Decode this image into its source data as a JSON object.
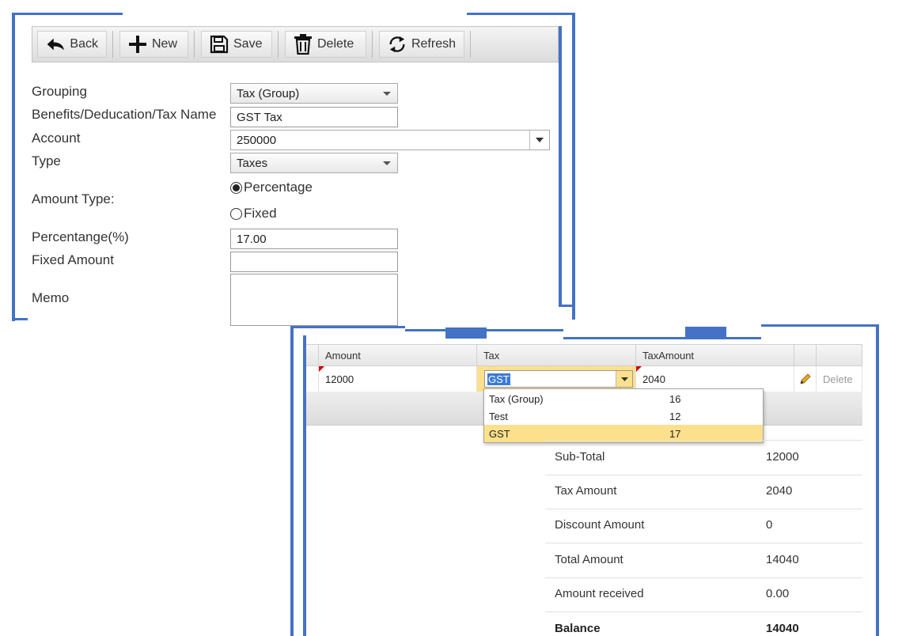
{
  "toolbar": {
    "back_label": "Back",
    "new_label": "New",
    "save_label": "Save",
    "delete_label": "Delete",
    "refresh_label": "Refresh"
  },
  "form": {
    "grouping_label": "Grouping",
    "grouping_value": "Tax (Group)",
    "name_label": "Benefits/Deducation/Tax Name",
    "name_value": "GST Tax",
    "account_label": "Account",
    "account_value": "250000",
    "type_label": "Type",
    "type_value": "Taxes",
    "amount_type_label": "Amount Type:",
    "amount_type_options": [
      "Percentage",
      "Fixed"
    ],
    "amount_type_selected": "Percentage",
    "percentage_label": "Percentange(%)",
    "percentage_value": "17.00",
    "fixed_amount_label": "Fixed Amount",
    "fixed_amount_value": "",
    "memo_label": "Memo",
    "memo_value": ""
  },
  "grid": {
    "columns": [
      "Amount",
      "Tax",
      "TaxAmount"
    ],
    "row": {
      "amount": "12000",
      "tax": "GST",
      "tax_amount": "2040",
      "delete_label": "Delete"
    },
    "tax_dropdown": [
      {
        "name": "Tax (Group)",
        "rate": "16"
      },
      {
        "name": "Test",
        "rate": "12"
      },
      {
        "name": "GST",
        "rate": "17",
        "selected": true
      }
    ]
  },
  "summary": [
    {
      "label": "Sub-Total",
      "value": "12000"
    },
    {
      "label": "Tax Amount",
      "value": "2040"
    },
    {
      "label": "Discount Amount",
      "value": "0"
    },
    {
      "label": "Total Amount",
      "value": "14040"
    },
    {
      "label": "Amount received",
      "value": "0.00"
    },
    {
      "label": "Balance",
      "value": "14040",
      "bold": true
    }
  ],
  "colors": {
    "frame": "#4472c4",
    "highlight": "#fce08c",
    "selection": "#3b7bd8"
  }
}
